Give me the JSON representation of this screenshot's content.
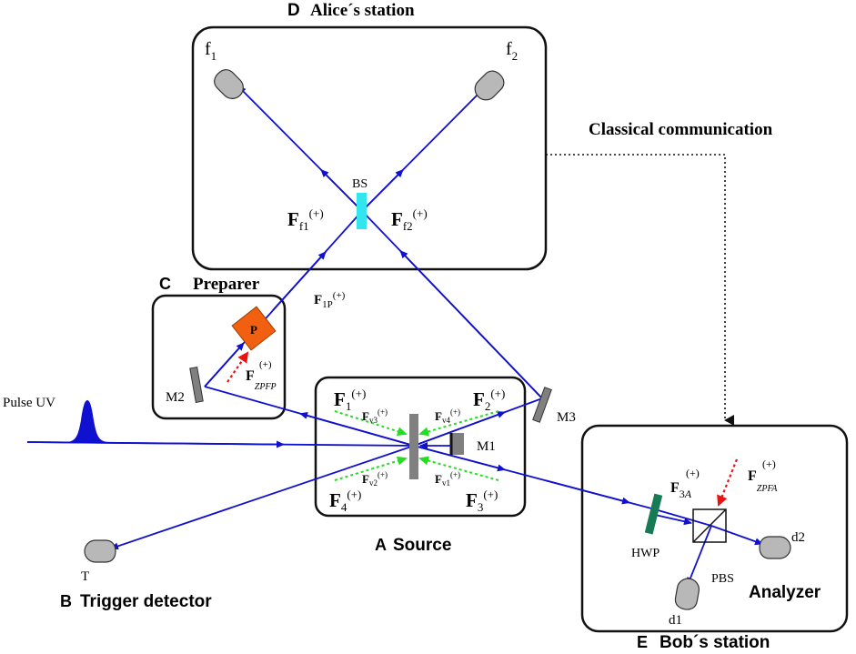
{
  "titles": {
    "alice_letter": "D",
    "alice": "Alice´s station",
    "preparer_letter": "C",
    "preparer": "Preparer",
    "source_letter": "A",
    "source": "Source",
    "trigger_letter": "B",
    "trigger": "Trigger detector",
    "bob_letter": "E",
    "bob": "Bob´s station",
    "classical": "Classical communication",
    "analyzer": "Analyzer"
  },
  "components": {
    "f1": "f",
    "f1_sub": "1",
    "f2": "f",
    "f2_sub": "2",
    "bs": "BS",
    "p": "P",
    "m1": "M1",
    "m2": "M2",
    "m3": "M3",
    "pulse": "Pulse UV",
    "t": "T",
    "hwp": "HWP",
    "pbs": "PBS",
    "d1": "d1",
    "d2": "d2"
  },
  "fields": {
    "F": "F",
    "plus": "(+)",
    "sub_f1": "f1",
    "sub_f2": "f2",
    "sub_1p": "1P",
    "sub_zpfp": "ZPFP",
    "sub_1": "1",
    "sub_2": "2",
    "sub_3": "3",
    "sub_4": "4",
    "sub_v1": "v1",
    "sub_v2": "v2",
    "sub_v3": "v3",
    "sub_v4": "v4",
    "sub_3a": "3",
    "sub_a": "A",
    "sub_zpfa": "ZPFA"
  },
  "colors": {
    "beam": "#1010d0",
    "vacuum": "#22dd22",
    "zpf": "#ee1111",
    "bs": "#33e5ee",
    "prism": "#f06010",
    "hwp": "#157a55",
    "mirror": "#808080"
  }
}
